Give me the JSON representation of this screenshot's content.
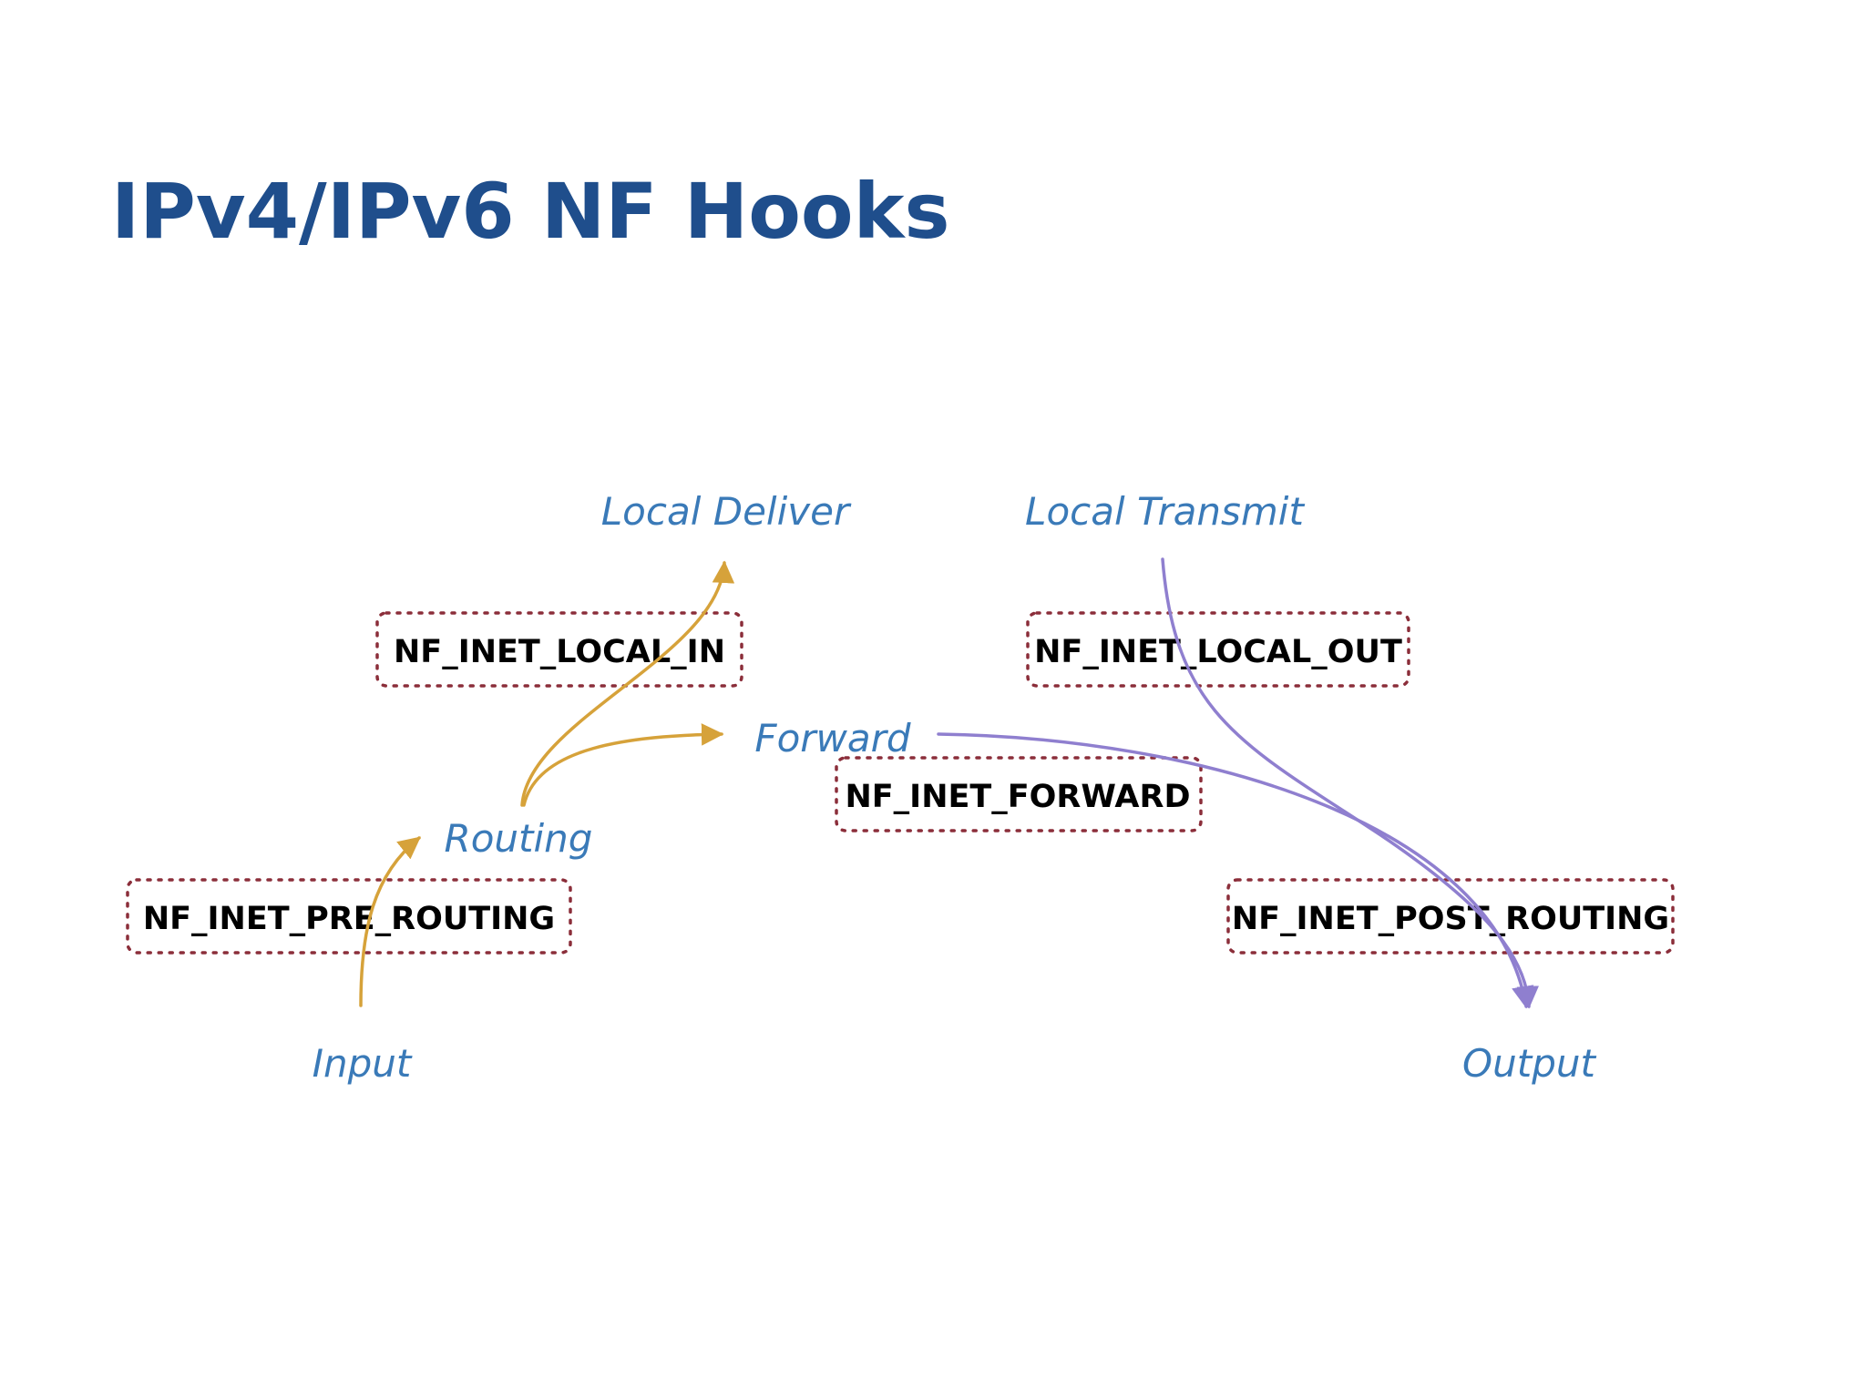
{
  "title": "IPv4/IPv6 NF Hooks",
  "colors": {
    "title": "#1f4e8c",
    "stage_text": "#3a7ab8",
    "hook_border": "#8b2e3a",
    "hook_text": "#000000",
    "ingress_arrow": "#d6a23a",
    "egress_arrow": "#8f7fcf"
  },
  "stages": {
    "input": "Input",
    "routing": "Routing",
    "local_deliver": "Local Deliver",
    "forward": "Forward",
    "local_transmit": "Local Transmit",
    "output": "Output"
  },
  "hooks": {
    "pre_routing": "NF_INET_PRE_ROUTING",
    "local_in": "NF_INET_LOCAL_IN",
    "forward": "NF_INET_FORWARD",
    "local_out": "NF_INET_LOCAL_OUT",
    "post_routing": "NF_INET_POST_ROUTING"
  },
  "flows": [
    {
      "from": "input",
      "to": "routing",
      "color_key": "ingress_arrow"
    },
    {
      "from": "routing",
      "to": "local_deliver",
      "color_key": "ingress_arrow"
    },
    {
      "from": "routing",
      "to": "forward",
      "color_key": "ingress_arrow"
    },
    {
      "from": "forward",
      "to": "output",
      "color_key": "egress_arrow"
    },
    {
      "from": "local_transmit",
      "to": "output",
      "color_key": "egress_arrow"
    }
  ]
}
